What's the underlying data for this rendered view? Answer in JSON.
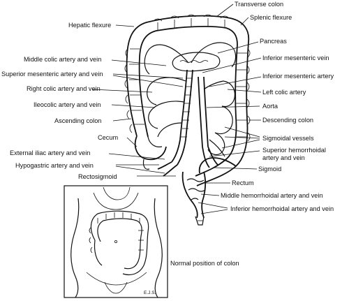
{
  "labels": {
    "transverse_colon": "Transverse colon",
    "splenic_flexure": "Splenic flexure",
    "hepatic_flexure": "Hepatic flexure",
    "pancreas": "Pancreas",
    "middle_colic": "Middle colic artery and vein",
    "inferior_mesenteric_vein": "Inferior mesenteric vein",
    "superior_mesenteric": "Superior mesenteric artery and vein",
    "inferior_mesenteric_artery": "Inferior mesenteric artery",
    "right_colic": "Right colic artery and vein",
    "left_colic": "Left colic artery",
    "ileocolic": "Ileocolic artery and vein",
    "aorta": "Aorta",
    "ascending_colon": "Ascending colon",
    "descending_colon": "Descending colon",
    "sigmoidal_vessels": "Sigmoidal vessels",
    "cecum": "Cecum",
    "superior_hemorrhoidal_1": "Superior hemorrhoidal",
    "superior_hemorrhoidal_2": "artery and vein",
    "external_iliac": "External iliac artery and vein",
    "sigmoid": "Sigmoid",
    "hypogastric": "Hypogastric artery and vein",
    "rectosigmoid": "Rectosigmoid",
    "rectum": "Rectum",
    "middle_hemorrhoidal": "Middle hemorrhoidal artery and vein",
    "inferior_hemorrhoidal": "Inferior hemorrhoidal artery and vein",
    "normal_position": "Normal position of colon",
    "artist_initials": "E.J.S."
  }
}
